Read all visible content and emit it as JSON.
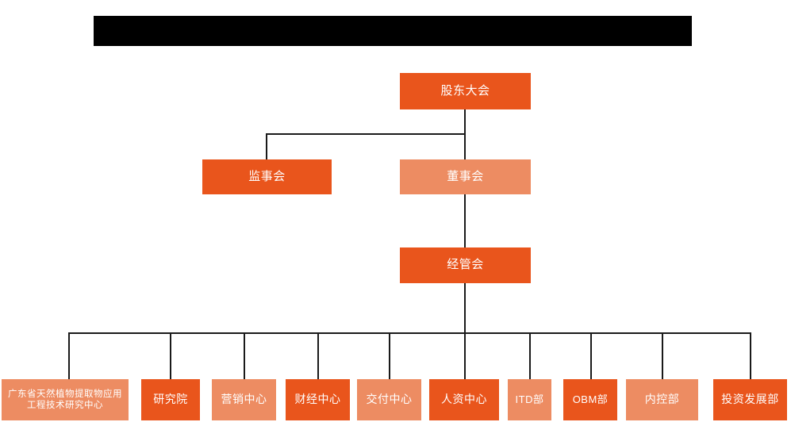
{
  "document": {
    "type": "organization-chart",
    "title_bar": {
      "redacted": true,
      "label": ""
    }
  },
  "colors": {
    "primary_orange": "#E9551C",
    "secondary_orange": "#ED8C62",
    "connector": "#1a1a1a",
    "background": "#ffffff",
    "redaction": "#000000"
  },
  "levels": {
    "level1": {
      "nodes": [
        {
          "id": "shareholders",
          "label": "股东大会",
          "tone": "dark"
        }
      ]
    },
    "level2": {
      "nodes": [
        {
          "id": "supervisors",
          "label": "监事会",
          "tone": "dark"
        },
        {
          "id": "directors",
          "label": "董事会",
          "tone": "light"
        }
      ]
    },
    "level3": {
      "nodes": [
        {
          "id": "management-committee",
          "label": "经管会",
          "tone": "dark"
        }
      ]
    },
    "level4": {
      "nodes": [
        {
          "id": "gd-research-center",
          "label": "广东省天然植物提取物应用工程技术研究中心",
          "tone": "light"
        },
        {
          "id": "research-institute",
          "label": "研究院",
          "tone": "dark"
        },
        {
          "id": "marketing-center",
          "label": "营销中心",
          "tone": "light"
        },
        {
          "id": "finance-center",
          "label": "财经中心",
          "tone": "dark"
        },
        {
          "id": "delivery-center",
          "label": "交付中心",
          "tone": "light"
        },
        {
          "id": "hr-center",
          "label": "人资中心",
          "tone": "dark"
        },
        {
          "id": "itd-dept",
          "label": "ITD部",
          "tone": "light"
        },
        {
          "id": "obm-dept",
          "label": "OBM部",
          "tone": "dark"
        },
        {
          "id": "internal-control-dept",
          "label": "内控部",
          "tone": "light"
        },
        {
          "id": "investment-development-dept",
          "label": "投资发展部",
          "tone": "dark"
        }
      ]
    }
  }
}
